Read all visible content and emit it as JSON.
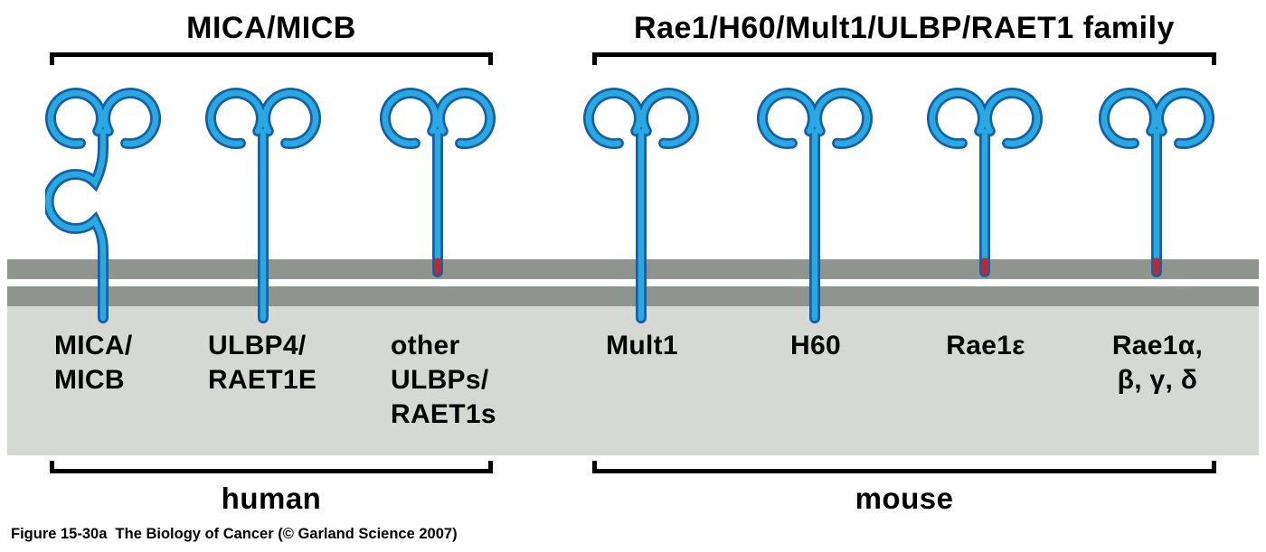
{
  "figure": {
    "caption": "Figure 15-30a  The Biology of Cancer (© Garland Science 2007)"
  },
  "groups": {
    "mica_micb": {
      "label": "MICA/MICB"
    },
    "rae1_family": {
      "label": "Rae1/H60/Mult1/ULBP/RAET1 family"
    },
    "human": {
      "label": "human"
    },
    "mouse": {
      "label": "mouse"
    }
  },
  "molecules": [
    {
      "id": "mica-micb",
      "label_lines": [
        "MICA/",
        "MICB"
      ],
      "anchor_type": "transmembrane-with-extra-domain"
    },
    {
      "id": "ulbp4-raet1e",
      "label_lines": [
        "ULBP4/",
        "RAET1E"
      ],
      "anchor_type": "transmembrane"
    },
    {
      "id": "other-ulbps-raet1s",
      "label_lines": [
        "other",
        "ULBPs/",
        "RAET1s"
      ],
      "anchor_type": "gpi-anchored"
    },
    {
      "id": "mult1",
      "label_lines": [
        "Mult1"
      ],
      "anchor_type": "transmembrane"
    },
    {
      "id": "h60",
      "label_lines": [
        "H60"
      ],
      "anchor_type": "transmembrane"
    },
    {
      "id": "rae1-epsilon",
      "label_lines": [
        "Rae1ε"
      ],
      "anchor_type": "gpi-anchored"
    },
    {
      "id": "rae1-abgd",
      "label_lines": [
        "Rae1α,",
        "β, γ, δ"
      ],
      "anchor_type": "gpi-anchored"
    }
  ],
  "colors": {
    "ligand_blue": "#29a8e1",
    "ligand_outline": "#1560a8",
    "gpi_anchor_red": "#c1272d",
    "membrane_gray": "#8f948f",
    "cytoplasm_gray": "#d6d8d3",
    "text_black": "#000000"
  }
}
